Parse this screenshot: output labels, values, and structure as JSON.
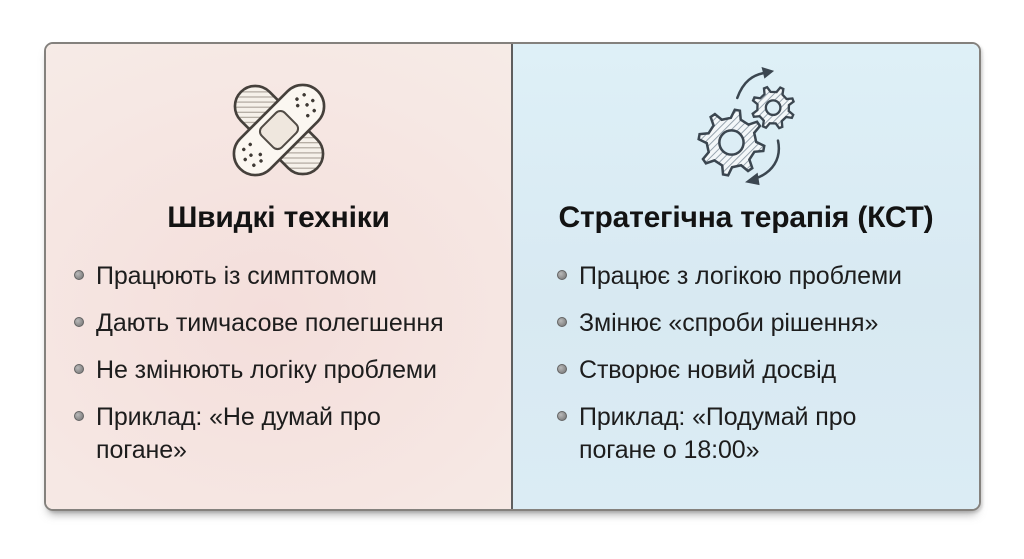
{
  "page": {
    "background_color": "#ffffff",
    "card_border_color": "#84817d",
    "divider_color": "#5e5e5e"
  },
  "card": {
    "panels": [
      {
        "id": "quick-techniques",
        "icon": "crossed-bandages-icon",
        "background_tint": "#f5e4e0",
        "title": "Швидкі техніки",
        "items": [
          "Працюють із симптомом",
          "Дають тимчасове полегшення",
          "Не змінюють логіку проблеми",
          "Приклад: «Не думай про\nпогане»"
        ]
      },
      {
        "id": "strategic-therapy",
        "icon": "gears-icon",
        "background_tint": "#d9eaf3",
        "title": "Стратегічна терапія (КСТ)",
        "items": [
          "Працює з логікою проблеми",
          "Змінює «спроби рішення»",
          "Створює новий досвід",
          "Приклад: «Подумай про\nпогане о 18:00»"
        ]
      }
    ]
  }
}
